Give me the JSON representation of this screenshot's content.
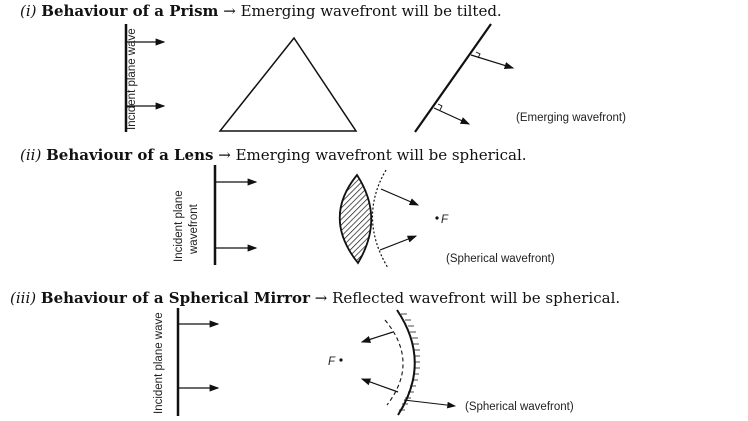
{
  "sections": [
    {
      "num": "(i)",
      "title": "Behaviour of a Prism",
      "arrow": "→",
      "statement": "Emerging wavefront will be tilted.",
      "incident_label": "Incident plane wave",
      "result_label": "(Emerging wavefront)"
    },
    {
      "num": "(ii)",
      "title": "Behaviour of a Lens",
      "arrow": "→",
      "statement": "Emerging wavefront will be spherical.",
      "incident_label_1": "Incident plane",
      "incident_label_2": "wavefront",
      "focus_label": "F",
      "result_label": "(Spherical wavefront)"
    },
    {
      "num": "(iii)",
      "title": "Behaviour of a Spherical Mirror",
      "arrow": "→",
      "statement": "Reflected wavefront will be spherical.",
      "incident_label": "Incident plane wave",
      "focus_label": "F",
      "result_label": "(Spherical wavefront)"
    }
  ]
}
